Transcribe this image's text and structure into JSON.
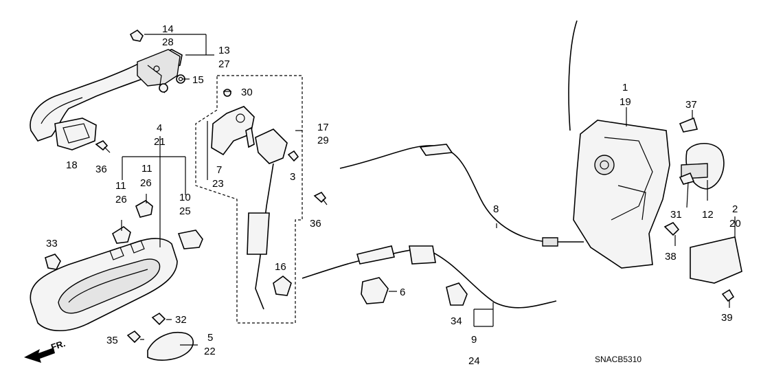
{
  "diagram_code": "SNACB5310",
  "front_arrow_label": "FR.",
  "callouts": {
    "c1": "1",
    "c19": "19",
    "c2": "2",
    "c20": "20",
    "c4": "4",
    "c21": "21",
    "c5": "5",
    "c22": "22",
    "c6": "6",
    "c7": "7",
    "c23": "23",
    "c8": "8",
    "c9": "9",
    "c24": "24",
    "c10": "10",
    "c25": "25",
    "c11a": "11",
    "c26a": "26",
    "c11b": "11",
    "c26b": "26",
    "c12": "12",
    "c13": "13",
    "c27": "27",
    "c14": "14",
    "c28": "28",
    "c15": "15",
    "c16": "16",
    "c17": "17",
    "c29": "29",
    "c18": "18",
    "c3": "3",
    "c30": "30",
    "c31": "31",
    "c32": "32",
    "c33": "33",
    "c34": "34",
    "c35": "35",
    "c36a": "36",
    "c36b": "36",
    "c37": "37",
    "c38": "38",
    "c39": "39"
  }
}
